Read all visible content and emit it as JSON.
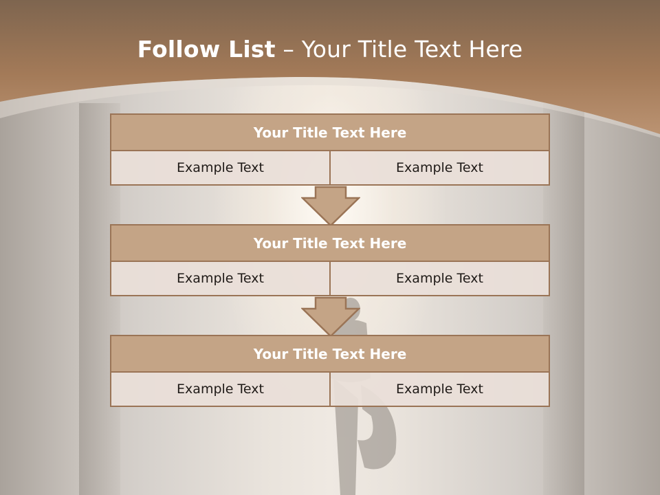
{
  "slide": {
    "title_bold": "Follow List",
    "title_rest": " – Your Title Text Here",
    "colors": {
      "header_brown": "#a37a58",
      "block_fill": "#c4a486",
      "block_border": "#9a7456",
      "cell_fill": "#e9dfd8"
    }
  },
  "blocks": [
    {
      "title": "Your Title Text Here",
      "left": "Example Text",
      "right": "Example Text"
    },
    {
      "title": "Your Title Text Here",
      "left": "Example Text",
      "right": "Example Text"
    },
    {
      "title": "Your Title Text Here",
      "left": "Example Text",
      "right": "Example Text"
    }
  ],
  "icons": {
    "flow_arrow": "down-arrow-icon"
  }
}
